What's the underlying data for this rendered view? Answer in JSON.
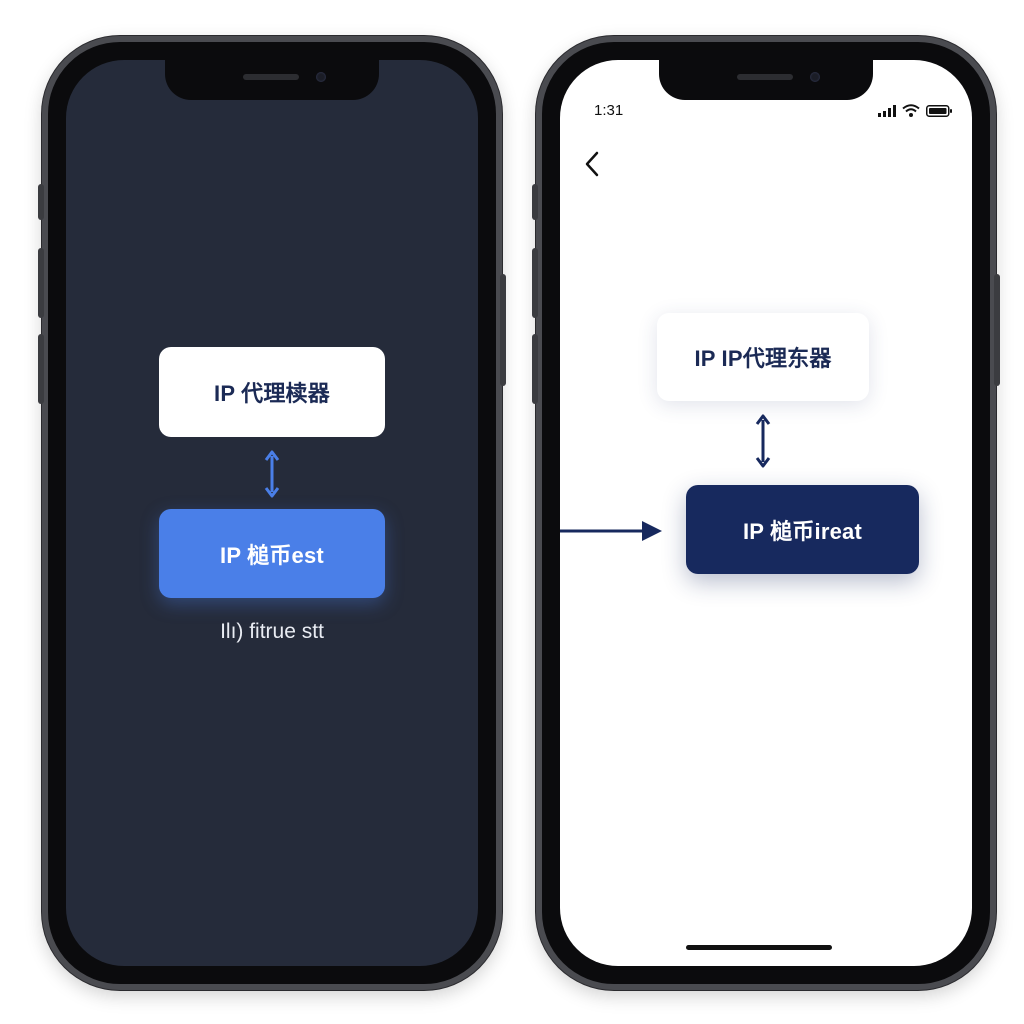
{
  "colors": {
    "dark_screen": "#252b3a",
    "light_blue_card": "#4a7fe8",
    "navy_card": "#17295e",
    "label_text": "#1b2a55",
    "connector_blue": "#4a7fe8",
    "connector_navy": "#17295e"
  },
  "left_phone": {
    "top_card_label": "IP 代理椟器",
    "bottom_card_label": "IP 槌币est",
    "caption": "Ilı) fitrue stt",
    "connector_icon": "double-arrow-vertical-icon"
  },
  "right_phone": {
    "status": {
      "time": "1:31",
      "icons": [
        "signal-icon",
        "wifi-icon",
        "battery-icon"
      ]
    },
    "back_icon": "chevron-left-icon",
    "top_card_label": "IP IP代理东器",
    "bottom_card_label": "IP 槌币ireat",
    "connector_icon": "double-arrow-vertical-icon",
    "incoming_arrow_icon": "arrow-right-icon"
  }
}
